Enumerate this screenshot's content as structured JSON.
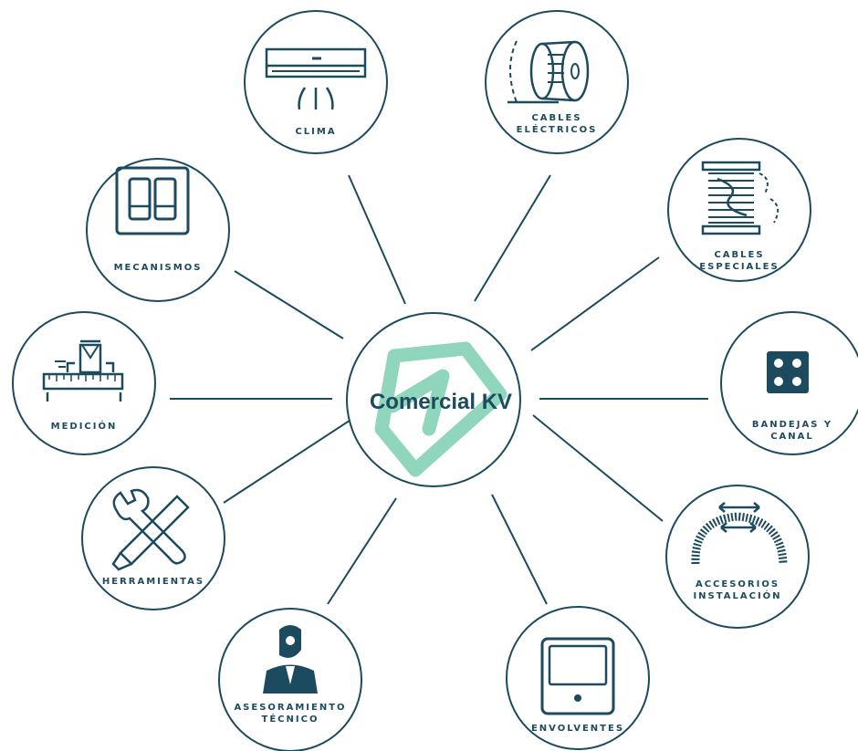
{
  "center": {
    "label": "Comercial KV"
  },
  "colors": {
    "line": "#1c4a5e",
    "icon": "#1c4a5e",
    "logo_accent": "#8fd6bd",
    "background": "#ffffff"
  },
  "nodes": [
    {
      "id": "clima",
      "icon": "air-conditioner-icon",
      "lines": [
        "CLIMA"
      ]
    },
    {
      "id": "cables-electricos",
      "icon": "cable-reel-icon",
      "lines": [
        "CABLES",
        "ELÉCTRICOS"
      ]
    },
    {
      "id": "cables-especiales",
      "icon": "cable-spool-icon",
      "lines": [
        "CABLES",
        "ESPECIALES"
      ]
    },
    {
      "id": "bandejas-canal",
      "icon": "cable-tray-icon",
      "lines": [
        "BANDEJAS Y",
        "CANAL"
      ]
    },
    {
      "id": "accesorios-instalacion",
      "icon": "flexible-conduit-icon",
      "lines": [
        "ACCESORIOS",
        "INSTALACIÓN"
      ]
    },
    {
      "id": "envolventes",
      "icon": "enclosure-icon",
      "lines": [
        "ENVOLVENTES"
      ]
    },
    {
      "id": "asesoramiento-tecnico",
      "icon": "technical-advisor-icon",
      "lines": [
        "ASESORAMIENTO",
        "TÉCNICO"
      ]
    },
    {
      "id": "herramientas",
      "icon": "wrench-screwdriver-icon",
      "lines": [
        "HERRAMIENTAS"
      ]
    },
    {
      "id": "medicion",
      "icon": "measuring-device-icon",
      "lines": [
        "MEDICIÓN"
      ]
    },
    {
      "id": "mecanismos",
      "icon": "switch-icon",
      "lines": [
        "MECANISMOS"
      ]
    }
  ]
}
